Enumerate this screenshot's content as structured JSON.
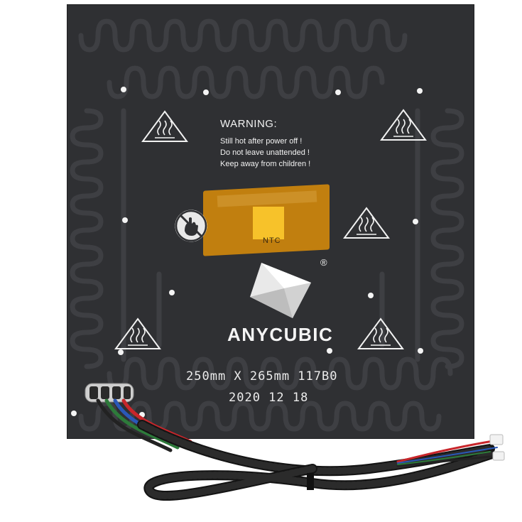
{
  "product": {
    "warning": {
      "title": "WARNING:",
      "lines": [
        "Still hot after power off !",
        "Do not leave unattended !",
        "Keep away from children !"
      ]
    },
    "tape_label": "NTC",
    "registered_mark": "®",
    "brand": "ANYCUBIC",
    "dimensions": "250mm X 265mm 117B0",
    "date": "2020 12 18"
  },
  "icons": {
    "hot_surface": "hot-surface-warning-icon",
    "no_touch": "no-touch-icon",
    "logo": "anycubic-cube-logo"
  },
  "colors": {
    "bed": "#2f3033",
    "trace": "#3d3e42",
    "print": "#f2f2f2",
    "kapton_tape": "#d68a0a",
    "ntc_pad": "#f7c22a",
    "cable": "#1a1a1a"
  }
}
